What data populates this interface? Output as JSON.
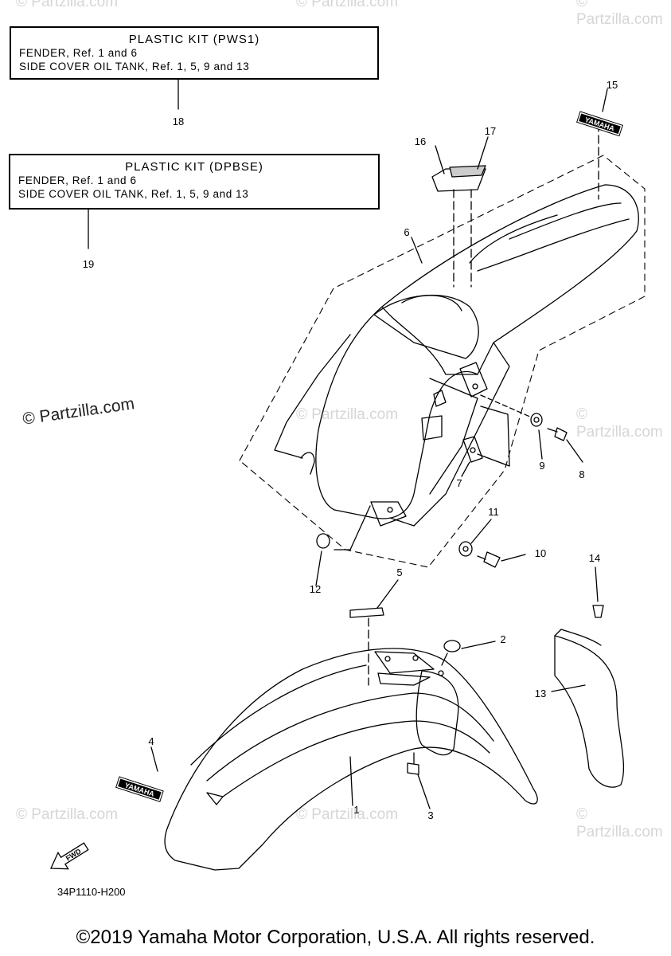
{
  "kits": [
    {
      "title": "PLASTIC KIT (PWS1)",
      "lines": [
        "FENDER, Ref. 1 and 6",
        "SIDE COVER OIL TANK, Ref. 1, 5, 9 and 13"
      ],
      "ref": "18"
    },
    {
      "title": "PLASTIC KIT (DPBSE)",
      "lines": [
        "FENDER, Ref. 1 and 6",
        "SIDE COVER OIL TANK, Ref. 1, 5, 9 and 13"
      ],
      "ref": "19"
    }
  ],
  "callouts": [
    "1",
    "2",
    "3",
    "4",
    "5",
    "6",
    "7",
    "8",
    "9",
    "10",
    "11",
    "12",
    "13",
    "14",
    "15",
    "16",
    "17"
  ],
  "decals": {
    "yamaha": "YAMAHA",
    "fwd": "FWD"
  },
  "watermark": "© Partzilla.com",
  "diagram_code": "34P1110-H200",
  "copyright": "©2019 Yamaha Motor Corporation, U.S.A. All rights reserved."
}
